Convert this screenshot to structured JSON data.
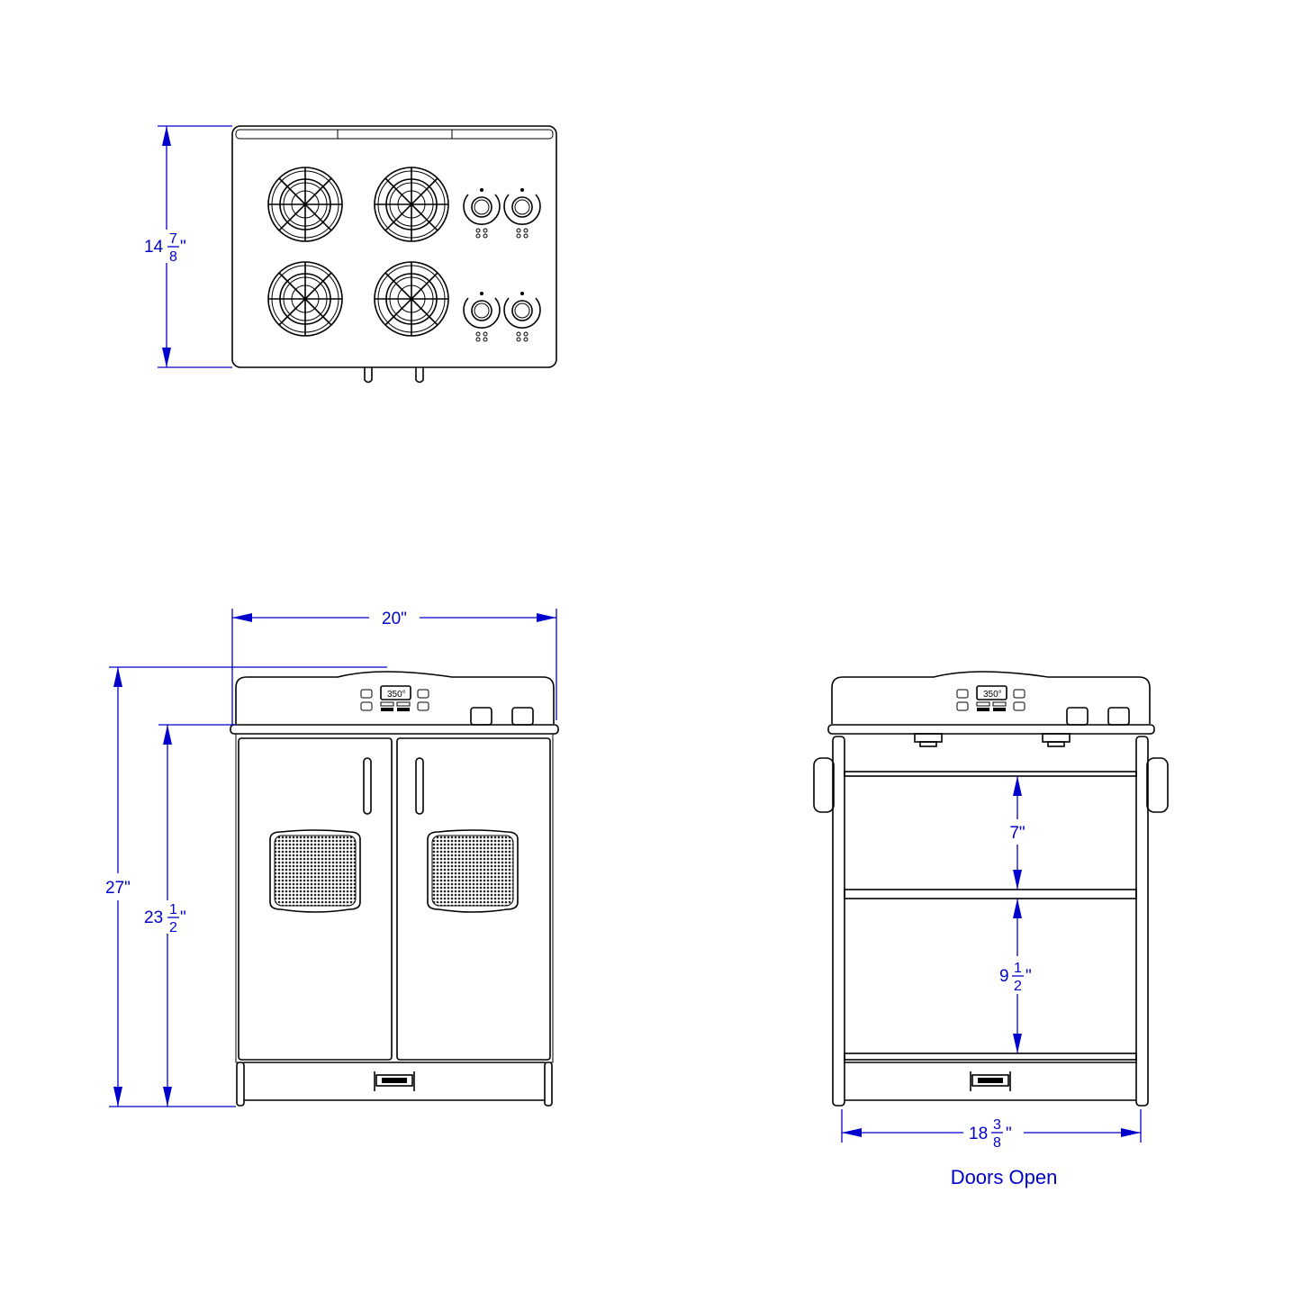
{
  "title": "Play kitchen stove dimension drawing",
  "colors": {
    "dimension": "#0000cc",
    "line": "#000000"
  },
  "top_view": {
    "depth": {
      "whole": "14",
      "num": "7",
      "den": "8",
      "unit": "\""
    }
  },
  "front_view": {
    "display": "350°",
    "width": {
      "label": "20\""
    },
    "height": {
      "label": "27\""
    },
    "counter_height": {
      "whole": "23",
      "num": "1",
      "den": "2",
      "unit": "\""
    }
  },
  "open_view": {
    "display": "350°",
    "upper_shelf": {
      "label": "7\""
    },
    "lower_shelf": {
      "whole": "9",
      "num": "1",
      "den": "2",
      "unit": "\""
    },
    "inner_width": {
      "whole": "18",
      "num": "3",
      "den": "8",
      "unit": "\""
    },
    "caption": "Doors Open"
  }
}
